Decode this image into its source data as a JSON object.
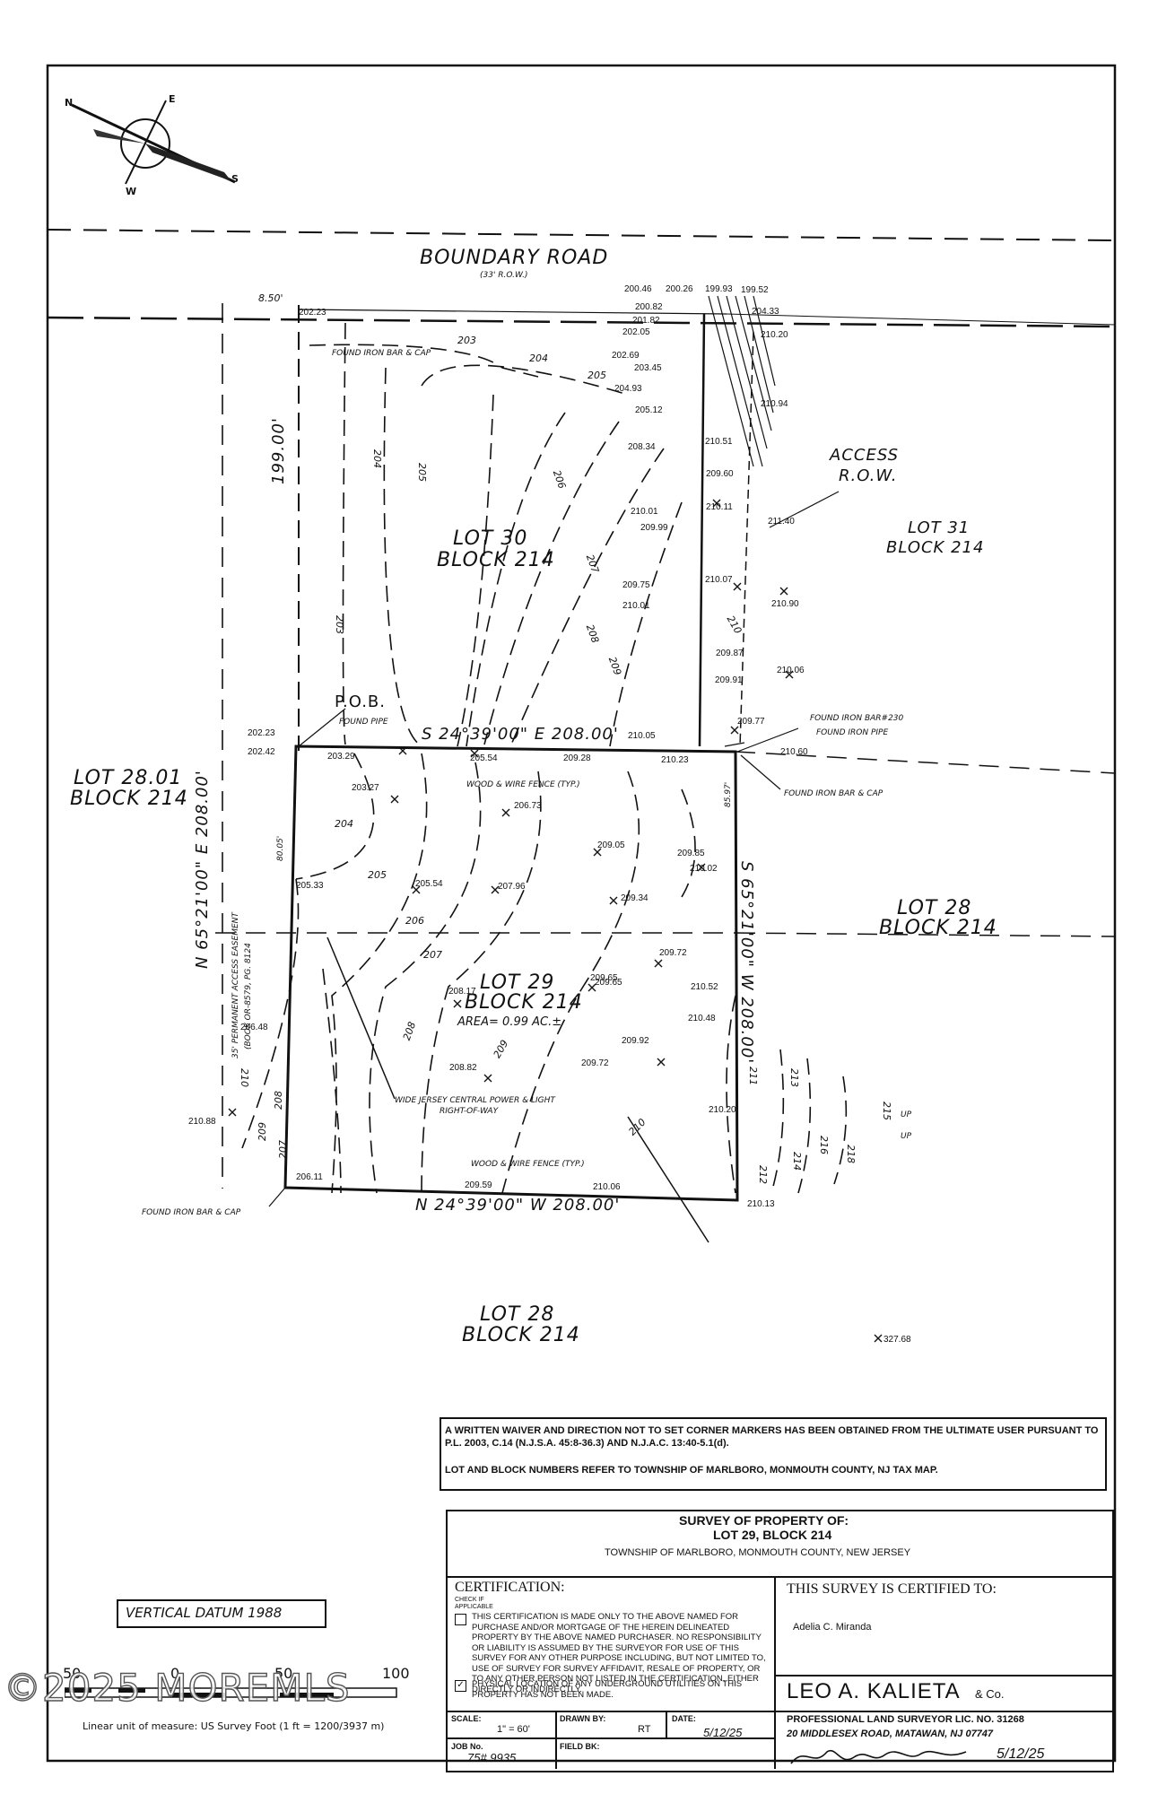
{
  "road": {
    "name": "BOUNDARY ROAD",
    "row": "(33' R.O.W.)"
  },
  "compass": {
    "n": "N",
    "e": "E",
    "s": "S",
    "w": "W"
  },
  "lots": {
    "lot30": [
      "LOT 30",
      "BLOCK 214"
    ],
    "lot31": [
      "LOT 31",
      "BLOCK 214"
    ],
    "lot2801": [
      "LOT 28.01",
      "BLOCK 214"
    ],
    "lot28_right": [
      "LOT 28",
      "BLOCK 214"
    ],
    "lot29": [
      "LOT 29",
      "BLOCK 214",
      "AREA= 0.99 AC.±"
    ],
    "lot28_bottom": [
      "LOT 28",
      "BLOCK 214"
    ]
  },
  "bearings": {
    "north_line": "S 24°39'00\" E 208.00'",
    "south_line": "N 24°39'00\" W 208.00'",
    "west_line": "N 65°21'00\" E 208.00'",
    "east_line": "S 65°21'00\" W 208.00'",
    "lot30_west": "199.00'",
    "offset_top": "8.50'",
    "offset_west": "80.05'",
    "offset_east": "85.97'"
  },
  "callouts": {
    "pob": "P.O.B.",
    "access_row": [
      "ACCESS",
      "R.O.W."
    ],
    "found_iron_bar_cap_top": "FOUND IRON BAR & CAP",
    "found_pipe": "FOUND PIPE",
    "found_iron_bar_230": "FOUND IRON BAR#230",
    "found_iron_pipe": "FOUND IRON PIPE",
    "found_iron_bar_cap_right": "FOUND IRON BAR & CAP",
    "found_iron_bar_cap_bottom": "FOUND IRON BAR & CAP",
    "wood_fence_top": "WOOD & WIRE FENCE (TYP.)",
    "wood_fence_bottom": "WOOD & WIRE FENCE (TYP.)",
    "power_row": [
      "WIDE JERSEY CENTRAL POWER & LIGHT",
      "RIGHT-OF-WAY"
    ],
    "easement": [
      "35' PERMANENT ACCESS EASEMENT",
      "(BOOK OR-8579, PG. 8124"
    ],
    "up1": "UP",
    "up2": "UP"
  },
  "contours": [
    "203",
    "204",
    "205",
    "206",
    "207",
    "208",
    "209",
    "210",
    "211",
    "212",
    "213",
    "214",
    "215",
    "216",
    "218"
  ],
  "elevations": [
    "200.46",
    "200.26",
    "199.93",
    "199.52",
    "200.82",
    "204.33",
    "201.82",
    "202.05",
    "210.20",
    "202.23",
    "202.69",
    "203.45",
    "204.93",
    "210.94",
    "205.12",
    "208.34",
    "210.51",
    "209.60",
    "211.40",
    "210.11",
    "210.01",
    "209.99",
    "209.75",
    "210.07",
    "210.01",
    "210.90",
    "209.87",
    "210.06",
    "209.91",
    "202.23",
    "202.42",
    "209.77",
    "210.05",
    "210.60",
    "203.29",
    "205.54",
    "209.28",
    "210.23",
    "203.27",
    "209.85",
    "206.73",
    "209.05",
    "209.65",
    "210.02",
    "205.33",
    "205.54",
    "207.96",
    "209.34",
    "209.72",
    "210.52",
    "208.17",
    "209.65",
    "210.48",
    "206.48",
    "209.92",
    "208.82",
    "209.72",
    "210.20",
    "210.88",
    "206.11",
    "209.59",
    "210.06",
    "210.13",
    "327.68"
  ],
  "notes": {
    "waiver": "A WRITTEN WAIVER AND DIRECTION NOT TO SET CORNER MARKERS HAS BEEN OBTAINED FROM THE ULTIMATE USER PURSUANT TO P.L. 2003, C.14 (N.J.S.A. 45:8-36.3) AND N.J.A.C. 13:40-5.1(d).",
    "lot_block": "LOT AND BLOCK NUMBERS REFER TO TOWNSHIP OF MARLBORO, MONMOUTH COUNTY, NJ TAX MAP."
  },
  "title_block": {
    "survey_of": "SURVEY OF PROPERTY OF:",
    "lot": "LOT 29, BLOCK 214",
    "township": "TOWNSHIP OF MARLBORO,  MONMOUTH COUNTY, NEW JERSEY",
    "certification": "CERTIFICATION:",
    "check_if": "CHECK IF",
    "applicable": "APPLICABLE",
    "cert_text": "THIS CERTIFICATION IS MADE ONLY TO THE ABOVE NAMED FOR PURCHASE AND/OR MORTGAGE OF THE HEREIN DELINEATED PROPERTY BY THE ABOVE NAMED PURCHASER. NO RESPONSIBILITY OR LIABILITY IS ASSUMED BY THE SURVEYOR FOR USE OF THIS SURVEY FOR ANY OTHER PURPOSE INCLUDING, BUT NOT LIMITED TO, USE OF SURVEY FOR SURVEY AFFIDAVIT, RESALE OF PROPERTY, OR TO ANY OTHER PERSON NOT LISTED IN THE CERTIFICATION, EITHER DIRECTLY OR INDIRECTLY.",
    "physical": "PHYSICAL LOCATION OF ANY UNDERGROUND UTILITIES ON THIS PROPERTY HAS NOT BEEN MADE.",
    "certified_to": "THIS SURVEY IS CERTIFIED TO:",
    "certified_name": "Adelia C. Miranda",
    "firm": "LEO A. KALIETA",
    "firm_co": "& Co.",
    "license": "PROFESSIONAL LAND SURVEYOR LIC. NO. 31268",
    "address": "20 MIDDLESEX ROAD, MATAWAN, NJ 07747",
    "scale_label": "SCALE:",
    "scale_value": "1\" = 60'",
    "drawn_label": "DRAWN BY:",
    "drawn_value": "RT",
    "date_label": "DATE:",
    "date_value": "5/12/25",
    "job_label": "JOB No.",
    "job_value": "75# 9935",
    "field_label": "FIELD BK:",
    "signature_date": "5/12/25"
  },
  "datum": "VERTICAL DATUM 1988",
  "scale_bar": {
    "ticks": [
      "50",
      "0",
      "50",
      "100"
    ],
    "caption": "Linear unit of measure: US Survey Foot (1 ft = 1200/3937 m)"
  },
  "watermark": "©2025 MOREMLS"
}
